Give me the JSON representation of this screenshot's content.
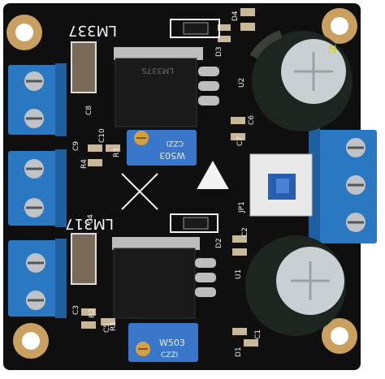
{
  "board": {
    "colors": {
      "pcb": "#0f0f10",
      "silkscreen": "#f2f2f2",
      "copper_gold": "#c9a060",
      "terminal_blue": "#2b78c2",
      "trimmer_blue": "#3a76c9",
      "capacitor_dark": "#1d2520",
      "heatsink_grey": "#c8c8c8"
    },
    "labels": {
      "top_regulator": "LM337",
      "bottom_regulator": "LM317",
      "top_pot": "W503",
      "top_pot_code": "CZZI",
      "bottom_pot": "W503",
      "bottom_pot_code": "CZZI",
      "top_ic_text": "LM337S",
      "jumper": "JP1",
      "u2": "U2",
      "u1": "U1",
      "c1": "C1",
      "c2": "C2",
      "c3": "C3",
      "c4": "C4",
      "c5": "C5",
      "c6": "C6",
      "c7": "C7",
      "c8": "C8",
      "c9": "C9",
      "c10": "C10",
      "d1": "D1",
      "d2": "D2",
      "d3": "D3",
      "d4": "D4",
      "r1": "R1",
      "r2": "R2",
      "r3": "R3",
      "r4": "R4",
      "cap_polarity": "N"
    }
  }
}
